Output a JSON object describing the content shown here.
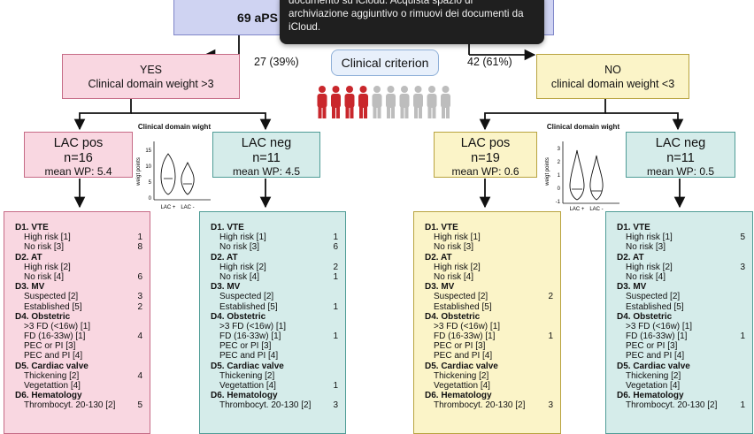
{
  "top": {
    "label": "69 aPS"
  },
  "notification": {
    "text": "documento su iCloud. Acquista spazio di archiviazione aggiuntivo o rimuovi dei documenti da iCloud."
  },
  "criterion": {
    "label": "Clinical criterion",
    "left_pct": "27 (39%)",
    "right_pct": "42 (61%)"
  },
  "yes": {
    "title": "YES",
    "subtitle": "Clinical domain weight >3"
  },
  "no": {
    "title": "NO",
    "subtitle": "clinical domain weight <3"
  },
  "people": {
    "total": 10,
    "highlighted": 4,
    "highlight_color": "#c9272c",
    "rest_color": "#bdbdbd"
  },
  "groups": [
    {
      "title": "LAC pos",
      "n": "n=16",
      "wp": "mean WP: 5.4",
      "values": [
        "1",
        "8",
        "",
        "6",
        "3",
        "2",
        "",
        "4",
        "",
        "",
        "4",
        "",
        "5"
      ]
    },
    {
      "title": "LAC neg",
      "n": "n=11",
      "wp": "mean WP: 4.5",
      "values": [
        "1",
        "6",
        "2",
        "1",
        "",
        "1",
        "",
        "1",
        "",
        "",
        "",
        "1",
        "3"
      ]
    },
    {
      "title": "LAC pos",
      "n": "n=19",
      "wp": "mean WP: 0.6",
      "values": [
        "",
        "",
        "",
        "",
        "2",
        "",
        "",
        "1",
        "",
        "",
        "",
        "",
        "3"
      ]
    },
    {
      "title": "LAC neg",
      "n": "n=11",
      "wp": "mean WP: 0.5",
      "values": [
        "5",
        "",
        "3",
        "",
        "",
        "",
        "",
        "1",
        "",
        "",
        "",
        "",
        "1"
      ]
    }
  ],
  "domains": [
    {
      "header": "D1. VTE",
      "items": [
        "High risk [1]",
        "No risk [3]"
      ]
    },
    {
      "header": "D2. AT",
      "items": [
        "High risk [2]",
        "No risk [4]"
      ]
    },
    {
      "header": "D3. MV",
      "items": [
        "Suspected [2]",
        "Established [5]"
      ]
    },
    {
      "header": "D4. Obstetric",
      "items": [
        ">3 FD (<16w) [1]",
        "FD (16-33w) [1]",
        "PEC or PI [3]",
        "PEC and PI [4]"
      ]
    },
    {
      "header": "D5. Cardiac valve",
      "items": [
        "Thickening [2]",
        "Vegetattion [4]"
      ]
    },
    {
      "header": "D6. Hematology",
      "items": [
        "Thrombocyt. 20-130 [2]"
      ]
    }
  ],
  "domains_right": [
    {
      "header": "D1. VTE",
      "items": [
        "High risk [1]",
        "No risk [3]"
      ]
    },
    {
      "header": "D2. AT",
      "items": [
        "High risk [2]",
        "No risk [4]"
      ]
    },
    {
      "header": "D3. MV",
      "items": [
        "Suspected [2]",
        "Established [5]"
      ]
    },
    {
      "header": "D4. Obstetric",
      "items": [
        ">3 FD (<16w) [1]",
        "FD (16-33w) [1]",
        "PEC or PI [3]",
        "PEC and PI [4]"
      ]
    },
    {
      "header": "D5. Cardiac valve",
      "items": [
        "Thickening [2]",
        "Vegetation [4]"
      ]
    },
    {
      "header": "D6. Hematology",
      "items": [
        "Thrombocyt. 20-130 [2]"
      ]
    }
  ],
  "violin_left": {
    "title": "Clinical domain wight",
    "ylabel": "weigt points",
    "categories": [
      "LAC +",
      "LAC -"
    ],
    "yticks": [
      "15",
      "10",
      "5",
      "0"
    ]
  },
  "violin_right": {
    "title": "Clinical domain wight",
    "ylabel": "weigt points",
    "categories": [
      "LAC +",
      "LAC -"
    ],
    "yticks": [
      "3",
      "2",
      "1",
      "0",
      "-1"
    ]
  }
}
